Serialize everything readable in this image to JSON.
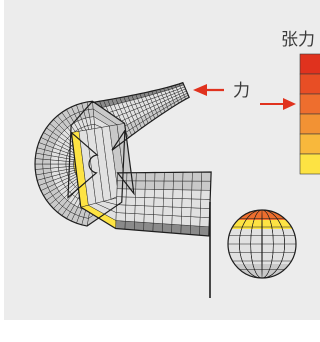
{
  "labels": {
    "force": "力",
    "stress": "张力"
  },
  "stress_scale": {
    "levels": 6,
    "colors": [
      "#e0321e",
      "#e84e25",
      "#ee6e2e",
      "#f29234",
      "#f8b83c",
      "#fde343"
    ]
  },
  "palette": {
    "background": "#ececec",
    "mesh_light": "#e1e1e1",
    "mesh_mid": "#c9c9c9",
    "mesh_dark": "#8a8a8a",
    "mesh_line": "#1e1e1e",
    "arrow": "#e0321e"
  }
}
